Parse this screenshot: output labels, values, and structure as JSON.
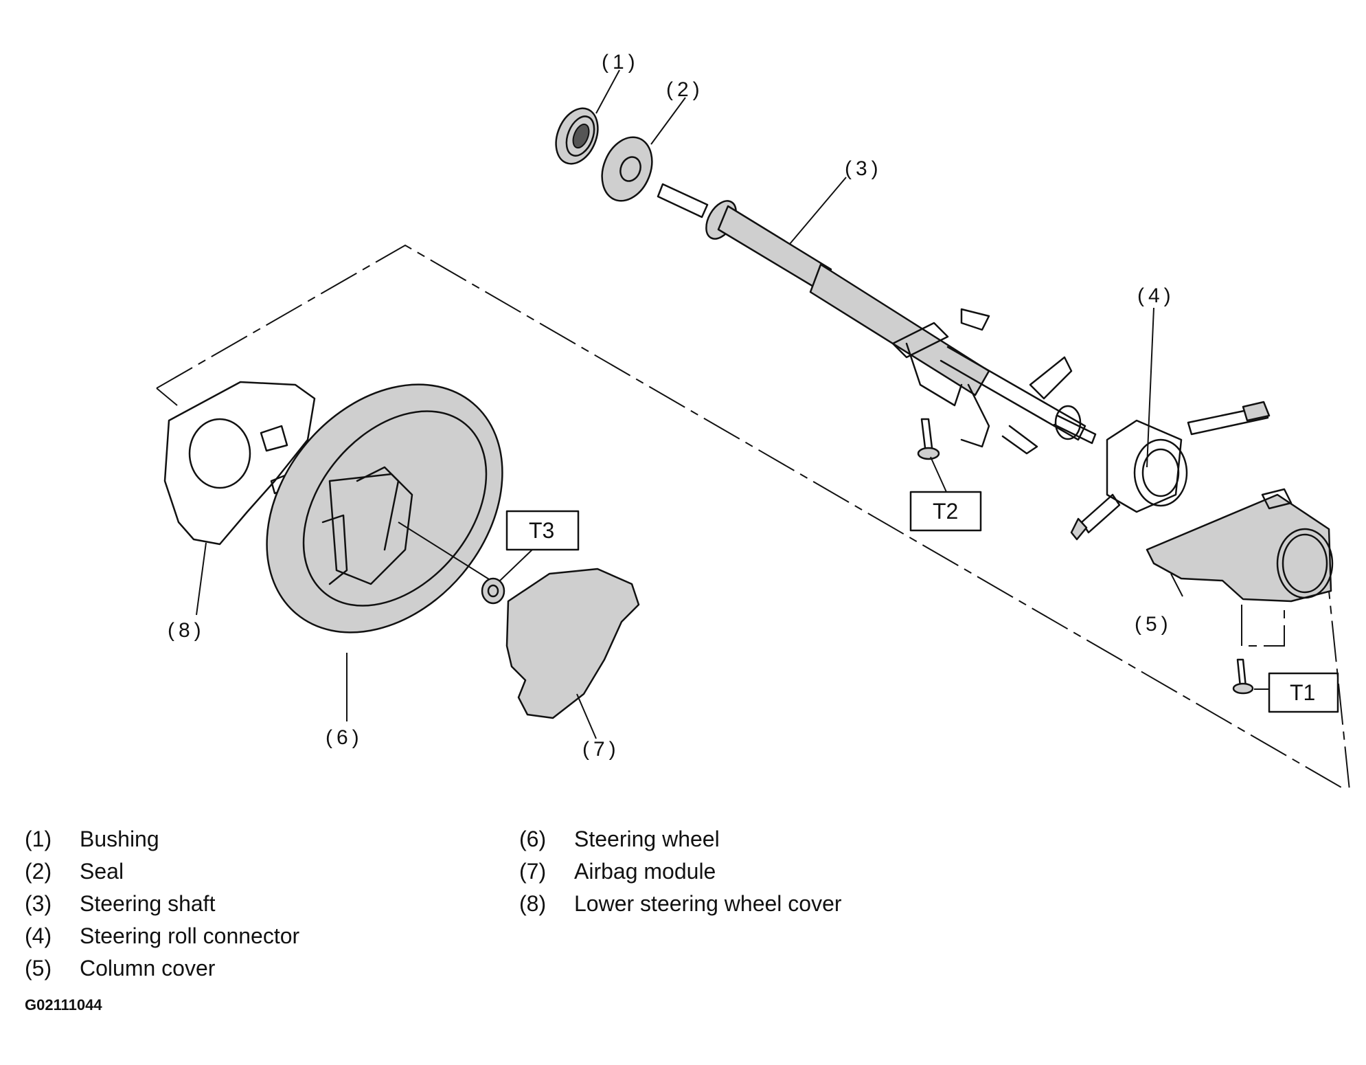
{
  "callouts": {
    "c1": "(1)",
    "c2": "(2)",
    "c3": "(3)",
    "c4": "(4)",
    "c5": "(5)",
    "c6": "(6)",
    "c7": "(7)",
    "c8": "(8)"
  },
  "torque_labels": {
    "t1": "T1",
    "t2": "T2",
    "t3": "T3"
  },
  "legend": {
    "left": [
      {
        "num": "(1)",
        "name": "Bushing"
      },
      {
        "num": "(2)",
        "name": "Seal"
      },
      {
        "num": "(3)",
        "name": "Steering shaft"
      },
      {
        "num": "(4)",
        "name": "Steering roll connector"
      },
      {
        "num": "(5)",
        "name": "Column cover"
      }
    ],
    "right": [
      {
        "num": "(6)",
        "name": "Steering wheel"
      },
      {
        "num": "(7)",
        "name": "Airbag module"
      },
      {
        "num": "(8)",
        "name": "Lower steering wheel cover"
      }
    ]
  },
  "figure_id": "G02111044"
}
